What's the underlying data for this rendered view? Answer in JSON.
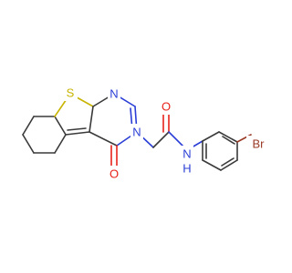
{
  "molecule": {
    "atoms": {
      "S": {
        "label": "S",
        "color": "#c8b400"
      },
      "N1": {
        "label": "N",
        "color": "#2b3fd6"
      },
      "N3": {
        "label": "N",
        "color": "#2b3fd6"
      },
      "O_ring": {
        "label": "O",
        "color": "#e8221a"
      },
      "O_amide": {
        "label": "O",
        "color": "#e8221a"
      },
      "NH": {
        "label": "N",
        "color": "#2b3fd6"
      },
      "H": {
        "label": "H",
        "color": "#2b3fd6"
      },
      "Br": {
        "label": "Br",
        "color": "#9a3a26"
      }
    },
    "bond_color": "#3a3a3a"
  }
}
